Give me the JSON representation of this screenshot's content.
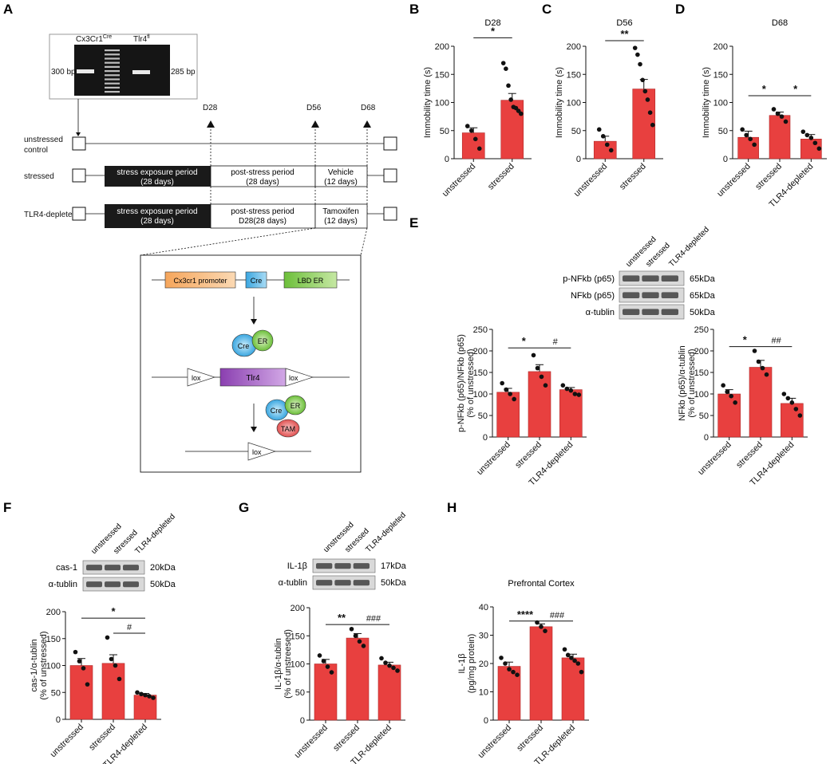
{
  "panel_letters": [
    "A",
    "B",
    "C",
    "D",
    "E",
    "F",
    "G",
    "H"
  ],
  "colors": {
    "bar": "#e8403f",
    "bar_edge": "#b02a2a",
    "dot": "#111111",
    "timeline_dark": "#1a1a1a",
    "promoter": "#f6a65c",
    "cre": "#5db7e8",
    "er": "#8fce5a",
    "tlr4": "#9b59b6",
    "tam": "#e06060"
  },
  "schematic": {
    "gel": {
      "left_top": "Cx3Cr1",
      "left_top_sup": "Cre",
      "right_top": "Tlr4",
      "right_top_sup": "fl",
      "left_bp": "300 bp",
      "right_bp": "285 bp"
    },
    "timepoints": [
      "D28",
      "D56",
      "D68"
    ],
    "groups": [
      {
        "label_lines": [
          "unstressed",
          "control"
        ]
      },
      {
        "label_lines": [
          "stressed"
        ]
      },
      {
        "label_lines": [
          "TLR4-depleted"
        ]
      }
    ],
    "stressed_boxes": [
      {
        "line1": "stress exposure period",
        "line2": "(28 days)"
      },
      {
        "line1": "post-stress period",
        "line2": "(28 days)"
      },
      {
        "line1": "Vehicle",
        "line2": "(12 days)"
      }
    ],
    "depleted_boxes": [
      {
        "line1": "stress exposure period",
        "line2": "(28 days)"
      },
      {
        "line1": "post-stress period",
        "line2": "D28(28 days)"
      },
      {
        "line1": "Tamoxifen",
        "line2": "(12 days)"
      }
    ],
    "construct": {
      "promoter": "Cx3cr1 promoter",
      "cre": "Cre",
      "lbd": "LBD ER",
      "er": "ER",
      "lox": "lox",
      "tlr4": "Tlr4",
      "tam": "TAM"
    }
  },
  "blots": {
    "E": {
      "lanes": [
        "unstressed",
        "stressed",
        "TLR4-depleted"
      ],
      "rows": [
        {
          "name": "p-NFkb (p65)",
          "kda": "65kDa"
        },
        {
          "name": "NFkb (p65)",
          "kda": "65kDa"
        },
        {
          "name": "α-tublin",
          "kda": "50kDa"
        }
      ]
    },
    "F": {
      "lanes": [
        "unstressed",
        "stressed",
        "TLR4-depleted"
      ],
      "rows": [
        {
          "name": "cas-1",
          "kda": "20kDa"
        },
        {
          "name": "α-tublin",
          "kda": "50kDa"
        }
      ]
    },
    "G": {
      "lanes": [
        "unstressed",
        "stressed",
        "TLR4-depleted"
      ],
      "rows": [
        {
          "name": "IL-1β",
          "kda": "17kDa"
        },
        {
          "name": "α-tublin",
          "kda": "50kDa"
        }
      ]
    }
  },
  "chart_data": [
    {
      "id": "B",
      "type": "bar",
      "title": "D28",
      "ylabel": [
        "Immobility time (s)"
      ],
      "ylim": [
        0,
        200
      ],
      "yticks": [
        0,
        50,
        100,
        150,
        200
      ],
      "categories": [
        "unstressed",
        "stressed"
      ],
      "values": [
        46,
        104
      ],
      "errors": [
        9,
        12
      ],
      "points": [
        [
          58,
          50,
          35,
          18
        ],
        [
          170,
          160,
          130,
          105,
          92,
          90,
          85,
          80
        ]
      ],
      "sig": [
        {
          "from": 0,
          "to": 1,
          "label": "*",
          "y": 215,
          "kind": "star"
        }
      ]
    },
    {
      "id": "C",
      "type": "bar",
      "title": "D56",
      "ylabel": [
        "Immobility time (s)"
      ],
      "ylim": [
        0,
        200
      ],
      "yticks": [
        0,
        50,
        100,
        150,
        200
      ],
      "categories": [
        "unstressed",
        "stressed"
      ],
      "values": [
        31,
        124
      ],
      "errors": [
        9,
        17
      ],
      "points": [
        [
          52,
          40,
          25,
          15
        ],
        [
          197,
          185,
          168,
          140,
          120,
          105,
          82,
          60
        ]
      ],
      "sig": [
        {
          "from": 0,
          "to": 1,
          "label": "**",
          "y": 210,
          "kind": "star"
        }
      ]
    },
    {
      "id": "D",
      "type": "bar",
      "title": "D68",
      "ylabel": [
        "Immobility time (s)"
      ],
      "ylim": [
        0,
        200
      ],
      "yticks": [
        0,
        50,
        100,
        150,
        200
      ],
      "categories": [
        "unstressed",
        "stressed",
        "TLR4-depleted"
      ],
      "values": [
        38,
        77,
        35
      ],
      "errors": [
        11,
        6,
        8
      ],
      "points": [
        [
          52,
          42,
          35,
          25
        ],
        [
          88,
          80,
          75,
          66
        ],
        [
          48,
          42,
          37,
          28,
          18
        ]
      ],
      "sig": [
        {
          "from": 0,
          "to": 1,
          "label": "*",
          "y": 112,
          "kind": "star"
        },
        {
          "from": 1,
          "to": 2,
          "label": "*",
          "y": 112,
          "kind": "star"
        }
      ]
    },
    {
      "id": "E1",
      "type": "bar",
      "title": "",
      "ylabel": [
        "p-NFkb (p65)/NFkb (p65)",
        "(% of unstressed)"
      ],
      "ylim": [
        0,
        250
      ],
      "yticks": [
        0,
        50,
        100,
        150,
        200,
        250
      ],
      "categories": [
        "unstressed",
        "stressed",
        "TLR4-depleted"
      ],
      "values": [
        104,
        152,
        110
      ],
      "errors": [
        9,
        16,
        5
      ],
      "points": [
        [
          125,
          110,
          100,
          88
        ],
        [
          190,
          160,
          140,
          120
        ],
        [
          120,
          112,
          108,
          100,
          98
        ]
      ],
      "sig": [
        {
          "from": 0,
          "to": 1,
          "label": "*",
          "y": 207,
          "kind": "star"
        },
        {
          "from": 1,
          "to": 2,
          "label": "#",
          "y": 207,
          "kind": "hash"
        }
      ]
    },
    {
      "id": "E2",
      "type": "bar",
      "title": "",
      "ylabel": [
        "NFkb (p65)/α-tublin",
        "(% of unstressed)"
      ],
      "ylim": [
        0,
        250
      ],
      "yticks": [
        0,
        50,
        100,
        150,
        200,
        250
      ],
      "categories": [
        "unstressed",
        "stressed",
        "TLR4-depleted"
      ],
      "values": [
        100,
        162,
        78
      ],
      "errors": [
        10,
        16,
        12
      ],
      "points": [
        [
          120,
          105,
          95,
          80
        ],
        [
          200,
          175,
          160,
          145
        ],
        [
          100,
          90,
          80,
          65,
          50
        ]
      ],
      "sig": [
        {
          "from": 0,
          "to": 1,
          "label": "*",
          "y": 210,
          "kind": "star"
        },
        {
          "from": 1,
          "to": 2,
          "label": "##",
          "y": 210,
          "kind": "hash"
        }
      ]
    },
    {
      "id": "F",
      "type": "bar",
      "title": "",
      "ylabel": [
        "cas-1/α-tublin",
        "(% of unstressed)"
      ],
      "ylim": [
        0,
        200
      ],
      "yticks": [
        0,
        50,
        100,
        150,
        200
      ],
      "categories": [
        "unstressed",
        "stressed",
        "TLR4-depleted"
      ],
      "values": [
        100,
        104,
        45
      ],
      "errors": [
        13,
        16,
        3
      ],
      "points": [
        [
          125,
          108,
          95,
          65
        ],
        [
          152,
          112,
          100,
          75
        ],
        [
          50,
          47,
          45,
          43,
          40
        ]
      ],
      "sig": [
        {
          "from": 0,
          "to": 2,
          "label": "*",
          "y": 188,
          "kind": "star"
        },
        {
          "from": 1,
          "to": 2,
          "label": "#",
          "y": 160,
          "kind": "hash"
        }
      ]
    },
    {
      "id": "G",
      "type": "bar",
      "title": "",
      "ylabel": [
        "IL-1β/α-tublin",
        "(% of unstreesed)"
      ],
      "ylim": [
        0,
        200
      ],
      "yticks": [
        0,
        50,
        100,
        150,
        200
      ],
      "categories": [
        "unstressed",
        "stressed",
        "TLR-depleted"
      ],
      "values": [
        100,
        146,
        98
      ],
      "errors": [
        8,
        8,
        5
      ],
      "points": [
        [
          115,
          105,
          95,
          85
        ],
        [
          162,
          150,
          140,
          132
        ],
        [
          110,
          102,
          97,
          93,
          88
        ]
      ],
      "sig": [
        {
          "from": 0,
          "to": 1,
          "label": "**",
          "y": 170,
          "kind": "star"
        },
        {
          "from": 1,
          "to": 2,
          "label": "###",
          "y": 170,
          "kind": "hash"
        }
      ]
    },
    {
      "id": "H",
      "type": "bar",
      "title": "Prefrontal Cortex",
      "ylabel": [
        "IL-1β",
        "(pg/mg protein)"
      ],
      "ylim": [
        0,
        40
      ],
      "yticks": [
        0,
        10,
        20,
        30,
        40
      ],
      "categories": [
        "unstressed",
        "stressed",
        "TLR-depleted"
      ],
      "values": [
        19,
        33,
        22
      ],
      "errors": [
        1.5,
        1,
        1.3
      ],
      "points": [
        [
          22,
          20,
          18,
          17,
          16
        ],
        [
          34.5,
          33,
          31.5
        ],
        [
          25,
          23,
          22,
          21,
          20,
          17
        ]
      ],
      "sig": [
        {
          "from": 0,
          "to": 1,
          "label": "****",
          "y": 35,
          "kind": "star"
        },
        {
          "from": 1,
          "to": 2,
          "label": "###",
          "y": 35,
          "kind": "hash"
        }
      ]
    }
  ]
}
